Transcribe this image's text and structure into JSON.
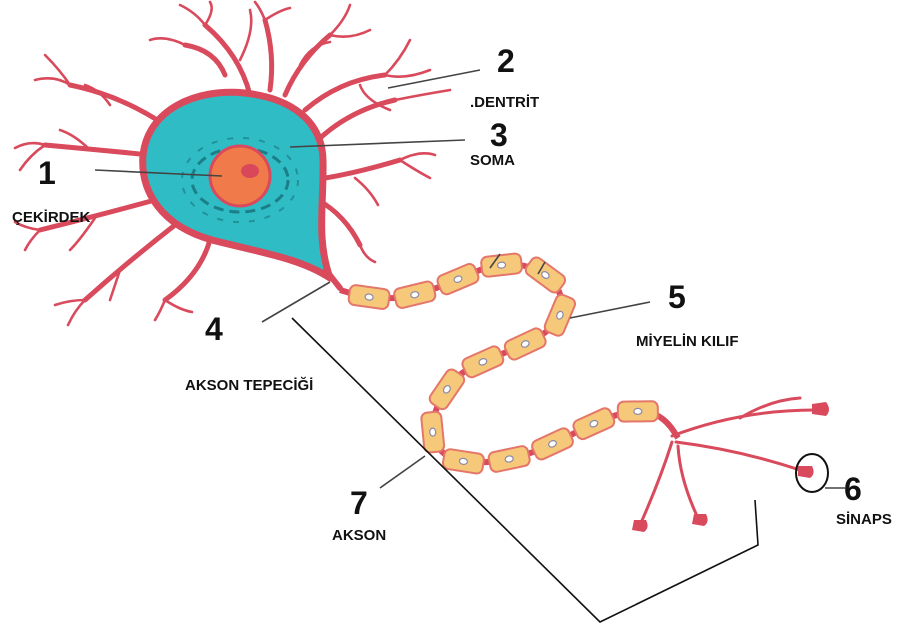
{
  "labels": [
    {
      "num": "1",
      "text": "ÇEKİRDEK"
    },
    {
      "num": "2",
      "text": ".DENTRİT"
    },
    {
      "num": "3",
      "text": "SOMA"
    },
    {
      "num": "4",
      "text": "AKSON TEPECİĞİ"
    },
    {
      "num": "5",
      "text": "MİYELİN KILIF"
    },
    {
      "num": "6",
      "text": "SİNAPS"
    },
    {
      "num": "7",
      "text": "AKSON"
    }
  ],
  "colors": {
    "membrane": "#d94a5c",
    "cytoplasm": "#2fbcc4",
    "nucleus": "#f07a4a",
    "nucleolus": "#d9485a",
    "myelin": "#f6c87a"
  }
}
